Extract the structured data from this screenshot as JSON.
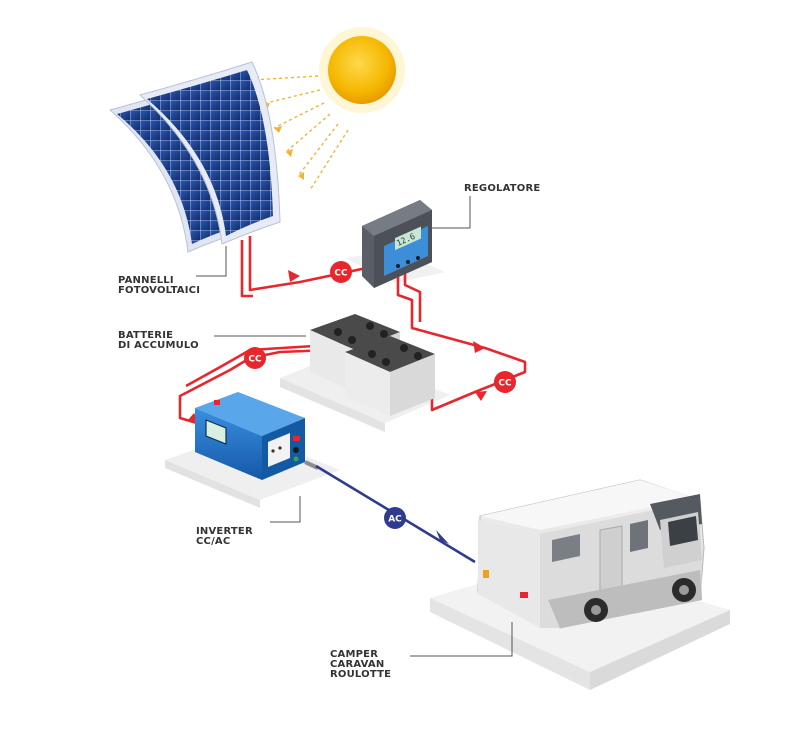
{
  "labels": {
    "panels": [
      "PANNELLI",
      "FOTOVOLTAICI"
    ],
    "regulator": [
      "REGOLATORE"
    ],
    "batteries": [
      "BATTERIE",
      "DI ACCUMULO"
    ],
    "inverter": [
      "INVERTER",
      "CC/AC"
    ],
    "vehicle": [
      "CAMPER",
      "CARAVAN",
      "ROULOTTE"
    ]
  },
  "badges": {
    "dc": "CC",
    "ac": "AC"
  },
  "regulator_display": "12.6",
  "colors": {
    "dc_wire": "#e8262d",
    "ac_wire": "#2f3b8f",
    "sun": "#f7c300",
    "panel": "#1d3f8a",
    "inverter": "#1e73c8",
    "camper": "#e4e4e4",
    "platform": "#f0f0f0"
  }
}
